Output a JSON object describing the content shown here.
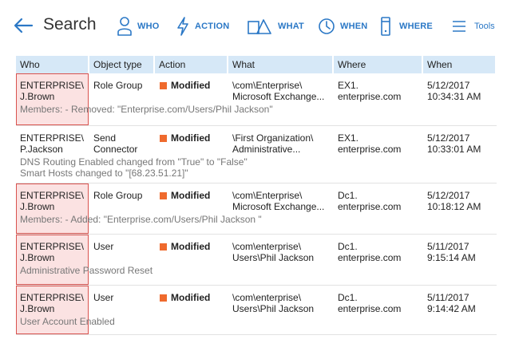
{
  "toolbar": {
    "title": "Search",
    "who_label": "WHO",
    "action_label": "ACTION",
    "what_label": "WHAT",
    "when_label": "WHEN",
    "where_label": "WHERE",
    "tools_label": "Tools",
    "accent": "#2b78c6"
  },
  "table": {
    "columns": [
      "Who",
      "Object type",
      "Action",
      "What",
      "Where",
      "When"
    ],
    "status_color": "#ef6a2d",
    "rows": [
      {
        "who": [
          "ENTERPRISE\\",
          "J.Brown"
        ],
        "object_type": [
          "Role Group"
        ],
        "action": "Modified",
        "what": [
          "\\com\\Enterprise\\",
          "Microsoft Exchange..."
        ],
        "where": [
          "EX1.",
          "enterprise.com"
        ],
        "when": [
          "5/12/2017",
          "10:34:31 AM"
        ],
        "details": [
          "Members: - Removed: \"Enterprise.com/Users/Phil Jackson\""
        ],
        "highlighted": true
      },
      {
        "who": [
          "ENTERPRISE\\",
          "P.Jackson"
        ],
        "object_type": [
          "Send",
          "Connector"
        ],
        "action": "Modified",
        "what": [
          "\\First Organization\\",
          "Administrative..."
        ],
        "where": [
          "EX1.",
          "enterprise.com"
        ],
        "when": [
          "5/12/2017",
          "10:33:01 AM"
        ],
        "details": [
          "DNS Routing Enabled changed from \"True\" to \"False\"",
          "Smart Hosts changed to \"[68.23.51.21]\""
        ],
        "highlighted": false
      },
      {
        "who": [
          "ENTERPRISE\\",
          "J.Brown"
        ],
        "object_type": [
          "Role Group"
        ],
        "action": "Modified",
        "what": [
          "\\com\\Enterprise\\",
          "Microsoft Exchange..."
        ],
        "where": [
          "Dc1.",
          "enterprise.com"
        ],
        "when": [
          "5/12/2017",
          "10:18:12 AM"
        ],
        "details": [
          "Members: - Added: \"Enterprise.com/Users/Phil Jackson \""
        ],
        "highlighted": true
      },
      {
        "who": [
          "ENTERPRISE\\",
          "J.Brown"
        ],
        "object_type": [
          "User"
        ],
        "action": "Modified",
        "what": [
          "\\com\\enterprise\\",
          "Users\\Phil Jackson"
        ],
        "where": [
          "Dc1.",
          "enterprise.com"
        ],
        "when": [
          "5/11/2017",
          "9:15:14 AM"
        ],
        "details": [
          "Administrative Password Reset"
        ],
        "highlighted": true
      },
      {
        "who": [
          "ENTERPRISE\\",
          "J.Brown"
        ],
        "object_type": [
          "User"
        ],
        "action": "Modified",
        "what": [
          "\\com\\enterprise\\",
          "Users\\Phil Jackson"
        ],
        "where": [
          "Dc1.",
          "enterprise.com"
        ],
        "when": [
          "5/11/2017",
          "9:14:42 AM"
        ],
        "details": [
          "User Account Enabled"
        ],
        "highlighted": true
      }
    ]
  }
}
